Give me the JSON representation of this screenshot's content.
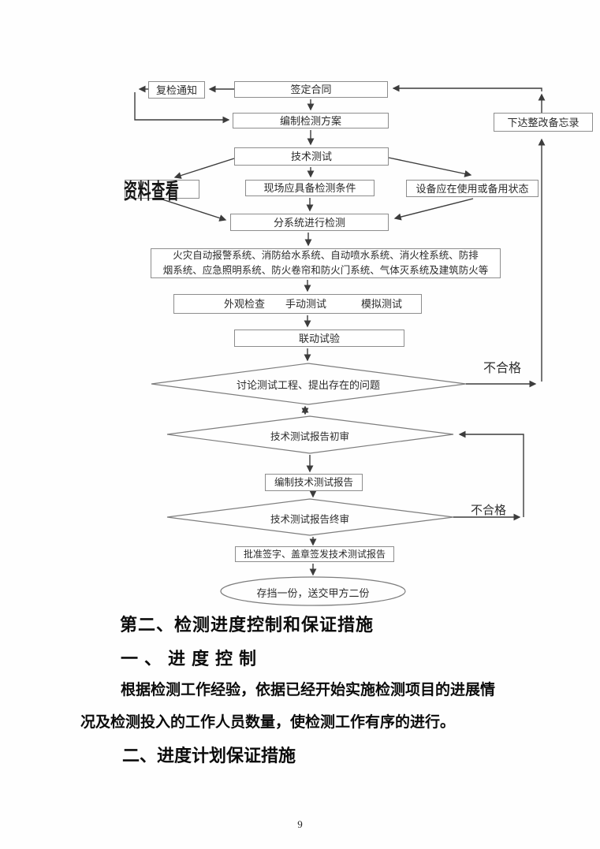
{
  "flowchart": {
    "recheck_notice": "复检通知",
    "sign_contract": "签定合同",
    "prepare_plan": "编制检测方案",
    "issue_rectify_memo": "下达整改备忘录",
    "technical_test": "技术测试",
    "data_review_stamp": "资料查看",
    "site_condition": "现场应具备检测条件",
    "equipment_state": "设备应在使用或备用状态",
    "subsystem_inspect": "分系统进行检测",
    "systems_line1": "火灾自动报警系统、消防给水系统、自动喷水系统、消火栓系统、防排",
    "systems_line2": "烟系统、应急照明系统、防火卷帘和防火门系统、气体灭系统及建筑防火等",
    "inspection_items": [
      "外观检查",
      "手动测试",
      "模拟测试"
    ],
    "linkage_test": "联动试验",
    "discuss_issues": "讨论测试工程、提出存在的问题",
    "report_initial_review": "技术测试报告初审",
    "prepare_report": "编制技术测试报告",
    "report_final_review": "技术测试报告终审",
    "approve_issue_report": "批准签字、盖章签发技术测试报告",
    "archive_copies": "存挡一份，送交甲方二份",
    "fail_label_upper": "不合格",
    "fail_label_lower": "不合格"
  },
  "document": {
    "section_heading": "第二、检测进度控制和保证措施",
    "subheading_1": "一、进度控制",
    "paragraph_1": "根据检测工作经验，依据已经开始实施检测项目的进展情况及检测投入的工作人员数量，使检测工作有序的进行。",
    "subheading_2": "二、进度计划保证措施",
    "page_number": "9"
  }
}
